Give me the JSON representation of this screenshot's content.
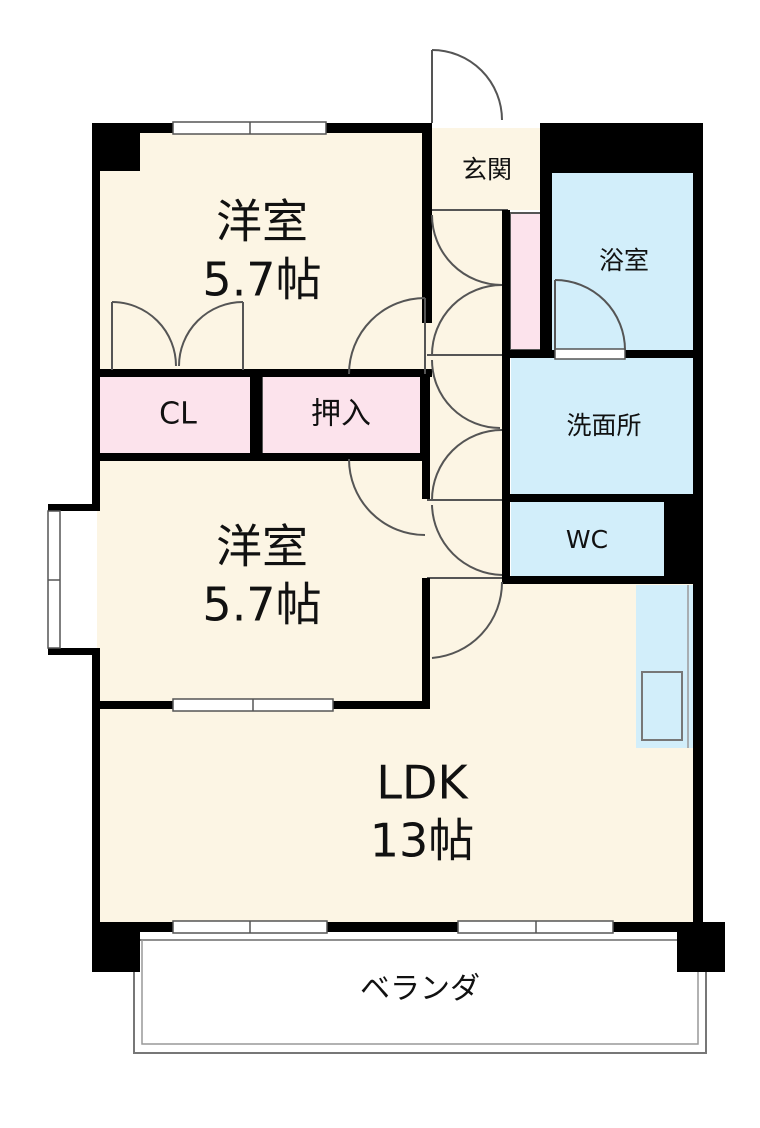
{
  "colors": {
    "room": "#fcf5e4",
    "closet": "#fce3ec",
    "wet": "#d2eefa",
    "wall": "#000000",
    "line": "#555555"
  },
  "rooms": {
    "western1": {
      "name": "洋室",
      "size": "5.7帖"
    },
    "western2": {
      "name": "洋室",
      "size": "5.7帖"
    },
    "ldk": {
      "name": "LDK",
      "size": "13帖"
    },
    "entrance": {
      "name": "玄関"
    },
    "bath": {
      "name": "浴室"
    },
    "washroom": {
      "name": "洗面所"
    },
    "wc": {
      "name": "WC"
    },
    "closet": {
      "name": "CL"
    },
    "oshiire": {
      "name": "押入"
    },
    "balcony": {
      "name": "ベランダ"
    }
  }
}
